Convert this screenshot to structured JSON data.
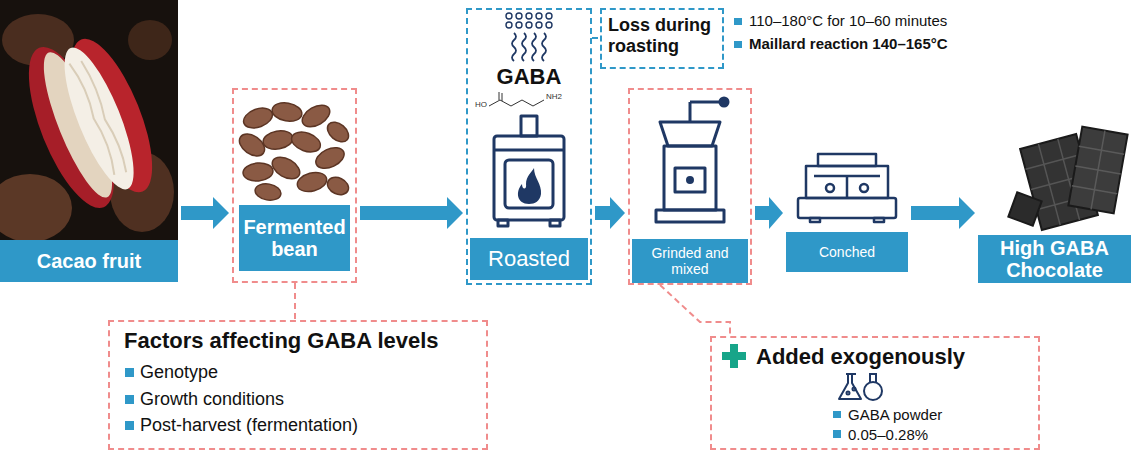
{
  "diagram": {
    "nodes": [
      {
        "text": [
          "Cacao fruit"
        ]
      },
      {
        "text": [
          "Fermented bean"
        ]
      },
      {
        "text": [
          "GABA",
          "Roasted"
        ]
      },
      {
        "text": [
          "Loss during roasting"
        ]
      },
      {
        "text": [
          "Grinded and mixed"
        ]
      },
      {
        "text": [
          "Conched"
        ]
      },
      {
        "text": [
          "High GABA Chocolate"
        ]
      },
      {
        "text": [
          "Factors affecting GABA levels",
          "Genotype",
          "Growth conditions",
          "Post-harvest (fermentation)"
        ]
      },
      {
        "text": [
          "Added exogenously",
          "GABA powder",
          "0.05–0.28%"
        ]
      }
    ],
    "edges": [
      {
        "from": 0,
        "to": 1,
        "arrow": "to"
      },
      {
        "from": 1,
        "to": 2,
        "arrow": "to"
      },
      {
        "from": 2,
        "to": 3,
        "arrow": "none"
      },
      {
        "from": 2,
        "to": 4,
        "arrow": "to"
      },
      {
        "from": 4,
        "to": 5,
        "arrow": "to"
      },
      {
        "from": 5,
        "to": 6,
        "arrow": "to"
      },
      {
        "from": 1,
        "to": 7,
        "arrow": "none"
      },
      {
        "from": 4,
        "to": 8,
        "arrow": "none"
      }
    ],
    "labels": [
      "HO",
      "NH2",
      "110–180°C for 10–60 minutes",
      "Maillard reaction 140–165°C"
    ]
  }
}
